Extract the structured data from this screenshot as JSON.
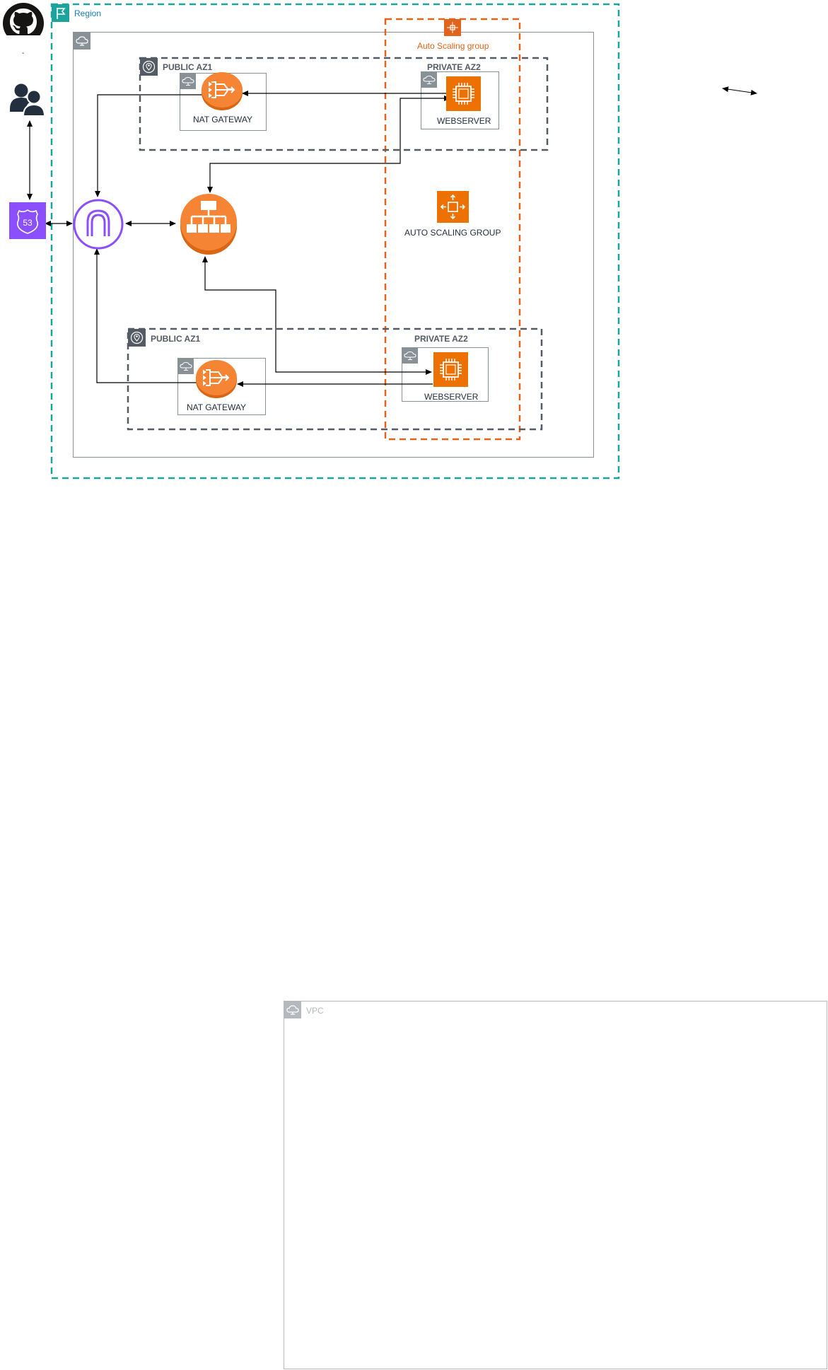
{
  "region": {
    "label": "Region"
  },
  "vpc_lower": {
    "label": "VPC"
  },
  "autoscaling": {
    "group_label": "Auto Scaling group",
    "service_label": "AUTO SCALING GROUP"
  },
  "top": {
    "public_az": "PUBLIC AZ1",
    "private_az": "PRIVATE AZ2",
    "nat_label": "NAT GATEWAY",
    "web_label": "WEBSERVER"
  },
  "bottom": {
    "public_az": "PUBLIC AZ1",
    "private_az": "PRIVATE AZ2",
    "nat_label": "NAT GATEWAY",
    "web_label": "WEBSERVER"
  },
  "github": {
    "caption": "-"
  },
  "route53": {
    "number": "53"
  },
  "icons": {
    "github": "github-icon",
    "users": "users-icon",
    "route53": "route53-icon",
    "internet_gateway": "internet-gateway-icon",
    "load_balancer": "load-balancer-icon",
    "nat_gateway": "nat-gateway-icon",
    "ec2": "ec2-instance-icon",
    "autoscaling": "auto-scaling-icon",
    "region": "region-flag-icon",
    "vpc": "vpc-cloud-icon",
    "subnet": "subnet-cloud-icon",
    "az": "availability-zone-pin-icon"
  },
  "colors": {
    "region_border": "#1ba39c",
    "asg_border": "#e0641b",
    "aws_orange": "#f58534",
    "ec2_orange": "#ed7100",
    "route53_purple": "#8c4fff",
    "igw_purple": "#8c4fff",
    "vpc_border": "#879196",
    "az_border": "#545b64"
  }
}
